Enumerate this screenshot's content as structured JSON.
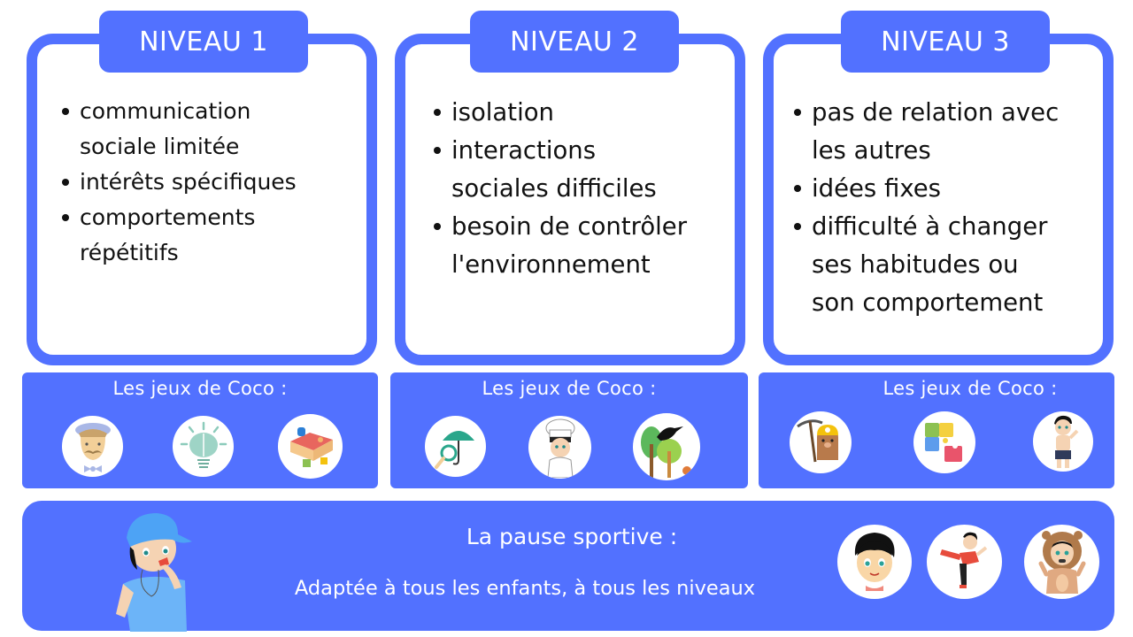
{
  "theme": {
    "accent": "#5271ff",
    "text": "#111111",
    "panel_text": "#ffffff"
  },
  "levels": [
    {
      "label": "NIVEAU 1",
      "items": [
        "communication\nsociale limitée",
        "intérêts spécifiques",
        "comportements\nrépétitifs"
      ]
    },
    {
      "label": "NIVEAU 2",
      "items": [
        "isolation",
        "interactions\nsociales difficiles",
        "besoin de contrôler\nl'environnement"
      ]
    },
    {
      "label": "NIVEAU 3",
      "items": [
        "pas de relation avec\nles autres",
        "idées fixes",
        "difficulté à changer\nses habitudes ou\nson comportement"
      ]
    }
  ],
  "games": [
    {
      "title": "Les jeux de Coco :",
      "icons": [
        "man-with-beret-icon",
        "brain-lightbulb-icon",
        "shape-sorter-box-icon"
      ]
    },
    {
      "title": "Les jeux de Coco :",
      "icons": [
        "umbrella-magnifier-icon",
        "child-chef-icon",
        "crow-in-trees-icon"
      ]
    },
    {
      "title": "Les jeux de Coco :",
      "icons": [
        "miner-mole-icon",
        "puzzle-pieces-icon",
        "boy-swimsuit-icon"
      ]
    }
  ],
  "banner": {
    "title": "La pause sportive :",
    "subtitle": "Adaptée à tous les enfants, à tous les niveaux",
    "mascot": "coach-whistle-icon",
    "icons": [
      "boy-face-icon",
      "boy-kicking-icon",
      "boy-lion-costume-icon"
    ]
  }
}
